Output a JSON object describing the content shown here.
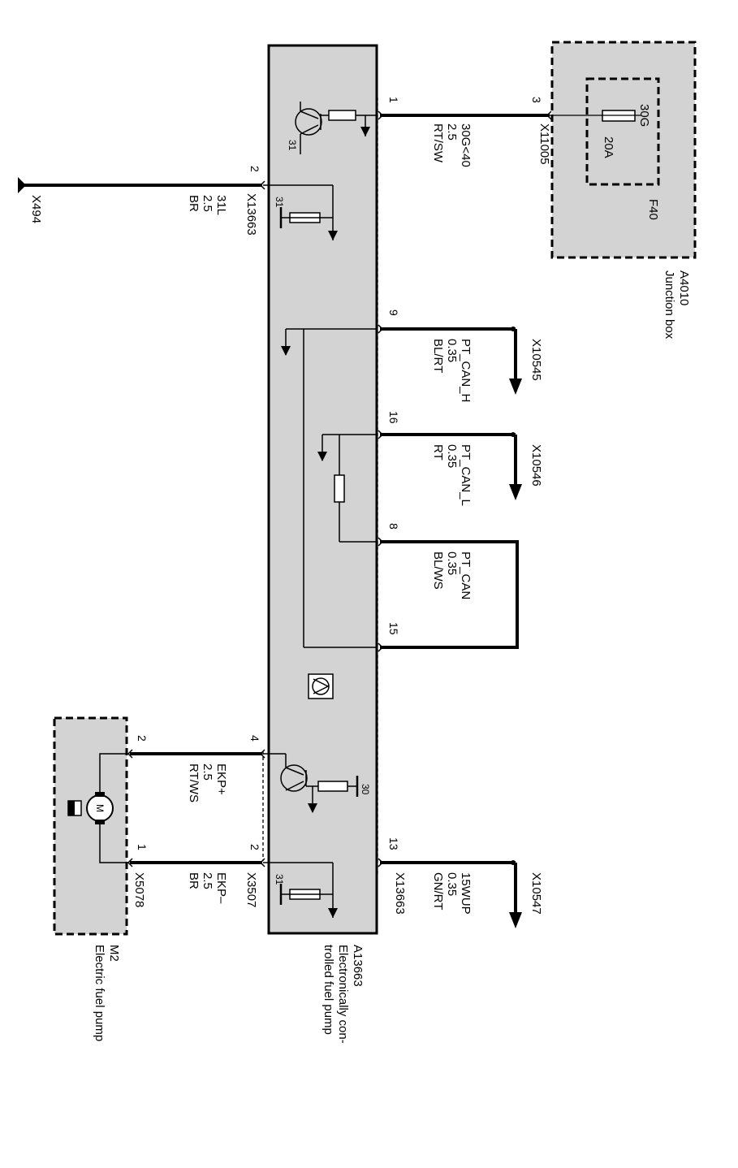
{
  "components": {
    "junction_box": {
      "id": "A4010",
      "name": "Junction box"
    },
    "fuse": {
      "id": "F40",
      "rating": "20A",
      "terminal": "30G"
    },
    "control_unit": {
      "id": "A13663",
      "name_line1": "Electronically con-",
      "name_line2": "trolled fuel pump"
    },
    "pump": {
      "id": "M2",
      "name": "Electric fuel pump",
      "motor_symbol": "M"
    }
  },
  "connectors": {
    "x11005": "X11005",
    "x13663_top": "X13663",
    "x13663_bottom": "X13663",
    "x494": "X494",
    "x10545": "X10545",
    "x10546": "X10546",
    "x10547": "X10547",
    "x3507": "X3507",
    "x5078": "X5078"
  },
  "pins": {
    "p1": "1",
    "p3": "3",
    "p2": "2",
    "p9": "9",
    "p16": "16",
    "p8": "8",
    "p15": "15",
    "p4": "4",
    "p13": "13",
    "pump2": "2",
    "pump1": "1",
    "x3507_2": "2"
  },
  "internal_labels": {
    "gnd_a": "31",
    "gnd_b": "31",
    "gnd_c": "31",
    "supply": "30"
  },
  "wires": {
    "w30g": {
      "signal": "30G<40",
      "size": "2.5",
      "color": "RT/SW"
    },
    "w31l": {
      "signal": "31L",
      "size": "2.5",
      "color": "BR"
    },
    "wcanh": {
      "signal": "PT_CAN_H",
      "size": "0.35",
      "color": "BL/RT"
    },
    "wcanl": {
      "signal": "PT_CAN_L",
      "size": "0.35",
      "color": "RT"
    },
    "wcan": {
      "signal": "PT_CAN",
      "size": "0.35",
      "color": "BL/WS"
    },
    "wekpp": {
      "signal": "EKP+",
      "size": "2.5",
      "color": "RT/WS"
    },
    "wekpm": {
      "signal": "EKP–",
      "size": "2.5",
      "color": "BR"
    },
    "w15": {
      "signal": "15WUP",
      "size": "0.35",
      "color": "GN/RT"
    }
  },
  "colors": {
    "module_fill": "#d3d3d3",
    "line": "#000000"
  }
}
